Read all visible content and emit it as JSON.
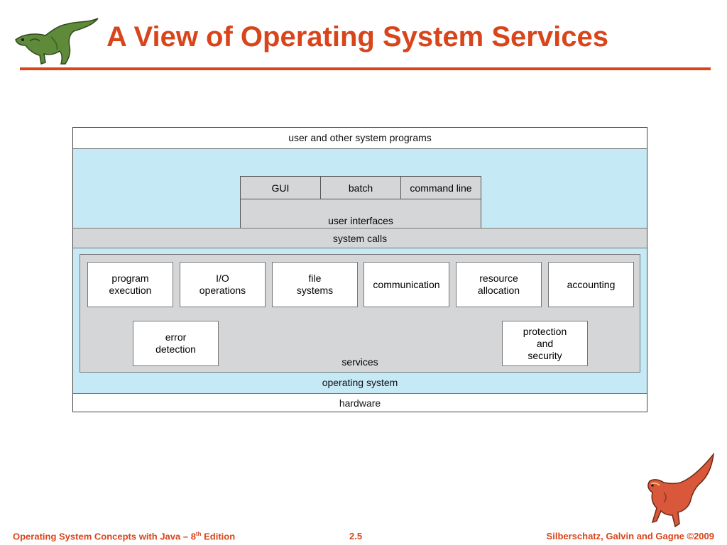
{
  "slide": {
    "title": "A View of Operating System Services"
  },
  "diagram": {
    "top_layer": "user and other system programs",
    "ui_modes": [
      "GUI",
      "batch",
      "command line"
    ],
    "ui_label": "user interfaces",
    "system_calls": "system calls",
    "services": [
      "program\nexecution",
      "I/O\noperations",
      "file\nsystems",
      "communication",
      "resource\nallocation",
      "accounting",
      "error\ndetection",
      "protection\nand\nsecurity"
    ],
    "services_label": "services",
    "os_label": "operating system",
    "hardware_label": "hardware"
  },
  "footer": {
    "left_before_sup": "Operating System Concepts with Java – 8",
    "left_sup": "th",
    "left_after_sup": " Edition",
    "center": "2.5",
    "right": "Silberschatz, Galvin and Gagne ©2009"
  },
  "colors": {
    "accent": "#d8451a",
    "os_blue": "#c6e9f6",
    "panel_gray": "#d5d6d8"
  },
  "icons": [
    "green-dinosaur-icon",
    "red-dinosaur-icon"
  ]
}
